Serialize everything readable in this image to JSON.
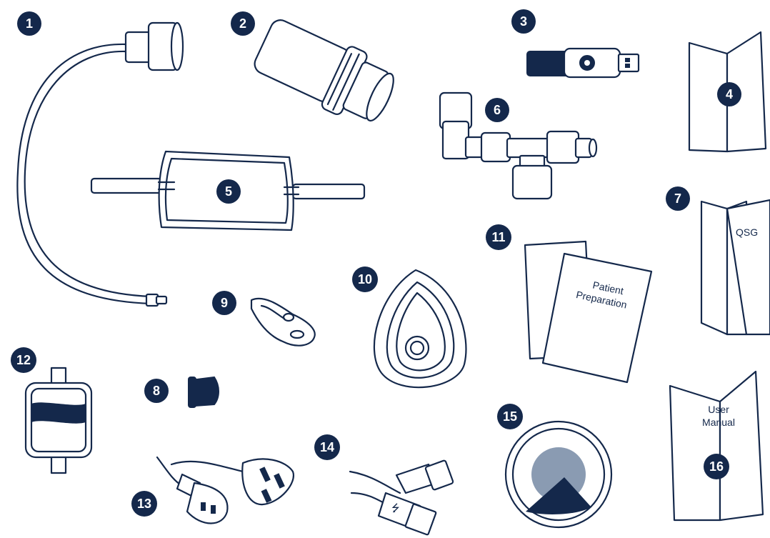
{
  "colors": {
    "navy": "#14284b",
    "grey_blue": "#8a9bb2",
    "white": "#ffffff"
  },
  "badges": [
    {
      "label": "1"
    },
    {
      "label": "2"
    },
    {
      "label": "3"
    },
    {
      "label": "4"
    },
    {
      "label": "5"
    },
    {
      "label": "6"
    },
    {
      "label": "7"
    },
    {
      "label": "8"
    },
    {
      "label": "9"
    },
    {
      "label": "10"
    },
    {
      "label": "11"
    },
    {
      "label": "12"
    },
    {
      "label": "13"
    },
    {
      "label": "14"
    },
    {
      "label": "15"
    },
    {
      "label": "16"
    }
  ],
  "documents": {
    "qsg_label": "QSG",
    "patient_prep_line1": "Patient",
    "patient_prep_line2": "Preparation",
    "user_manual_line1": "User",
    "user_manual_line2": "Manual"
  },
  "items": [
    {
      "number": "1",
      "icon": "tube-icon"
    },
    {
      "number": "2",
      "icon": "mouthpiece-icon"
    },
    {
      "number": "3",
      "icon": "usb-stick-icon"
    },
    {
      "number": "4",
      "icon": "leaflet-icon"
    },
    {
      "number": "5",
      "icon": "bag-icon"
    },
    {
      "number": "6",
      "icon": "t-connector-icon"
    },
    {
      "number": "7",
      "icon": "qsg-leaflet-icon"
    },
    {
      "number": "8",
      "icon": "cap-icon"
    },
    {
      "number": "9",
      "icon": "nose-clip-icon"
    },
    {
      "number": "10",
      "icon": "face-mask-icon"
    },
    {
      "number": "11",
      "icon": "cards-icon"
    },
    {
      "number": "12",
      "icon": "filter-icon"
    },
    {
      "number": "13",
      "icon": "power-cable-icon"
    },
    {
      "number": "14",
      "icon": "usb-cable-icon"
    },
    {
      "number": "15",
      "icon": "sticker-icon"
    },
    {
      "number": "16",
      "icon": "user-manual-icon"
    }
  ]
}
